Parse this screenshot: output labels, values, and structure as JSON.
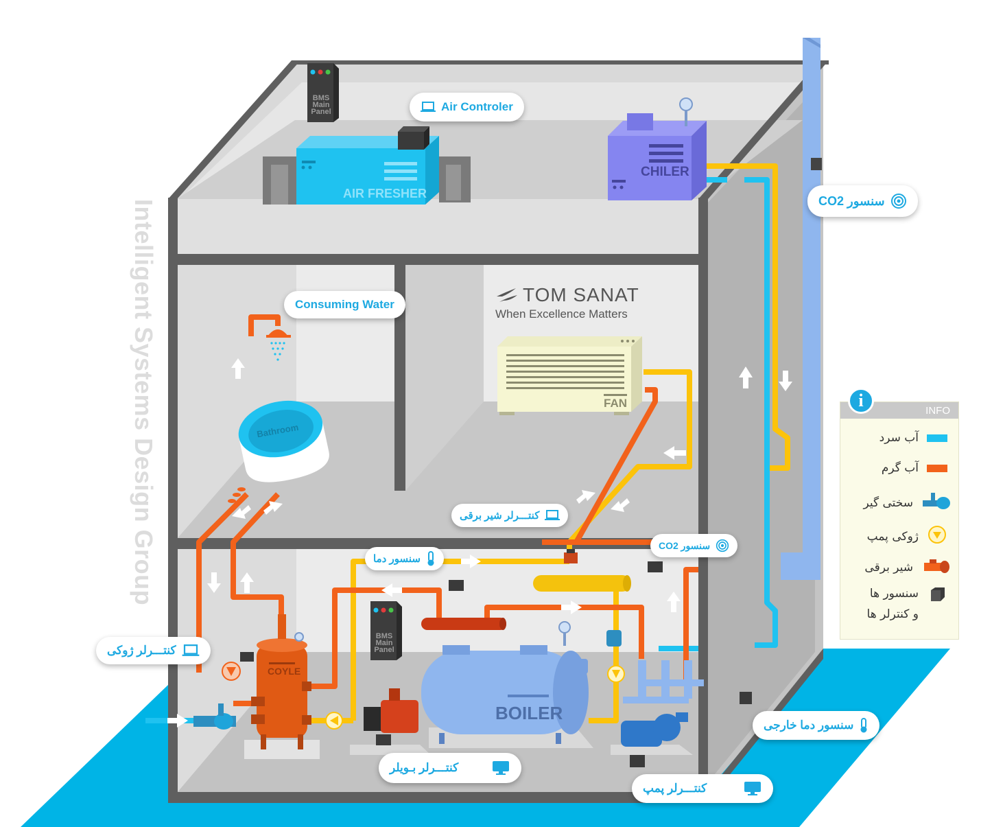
{
  "watermark": "Intelligent Systems Design Group",
  "brand": {
    "name": "TOM SANAT",
    "tagline": "When Excellence Matters"
  },
  "equipment": {
    "bms_panel_top": [
      "BMS",
      "Main",
      "Panel"
    ],
    "bms_panel_bottom": [
      "BMS",
      "Main",
      "Panel"
    ],
    "air_fresher": "AIR FRESHER",
    "chiller": "CHILER",
    "fan": "FAN",
    "bathroom": "Bathroom",
    "coyle": "COYLE",
    "boiler": "BOILER"
  },
  "callouts": {
    "air_controller": "Air Controler",
    "co2_sensor_top": "سنسور CO2",
    "consuming_water": "Consuming Water",
    "valve_controller": "کنتـــرلر شیر برقی",
    "temp_sensor": "سنسور دما",
    "co2_sensor_bottom": "سنسور CO2",
    "pump_controller_zoki": "کنتـــرلر ژوکی",
    "outdoor_temp_sensor": "سنسور دما خارجی",
    "boiler_controller": "کنتـــرلر   بـویلر",
    "pump_controller": "کنتـــرلر   پمپ"
  },
  "info": {
    "title": "INFO",
    "items": [
      {
        "label": "آب سرد",
        "icon": "cold-water-icon"
      },
      {
        "label": "آب گرم",
        "icon": "hot-water-icon"
      },
      {
        "label": "سختی گیر",
        "icon": "softener-icon"
      },
      {
        "label": "ژوکی پمپ",
        "icon": "jockey-pump-icon"
      },
      {
        "label": "شیر برقی",
        "icon": "solenoid-valve-icon"
      },
      {
        "label": "سنسور  ها\nو کنترلر ها",
        "icon": "sensor-controller-icon"
      }
    ]
  },
  "colors": {
    "cold_water": "#1fc2f0",
    "hot_water": "#f2621b",
    "return_pipe": "#fcc30a",
    "floor": "#00b4e6",
    "wall": "#5f5f5f",
    "callout_text": "#1da9e1"
  }
}
